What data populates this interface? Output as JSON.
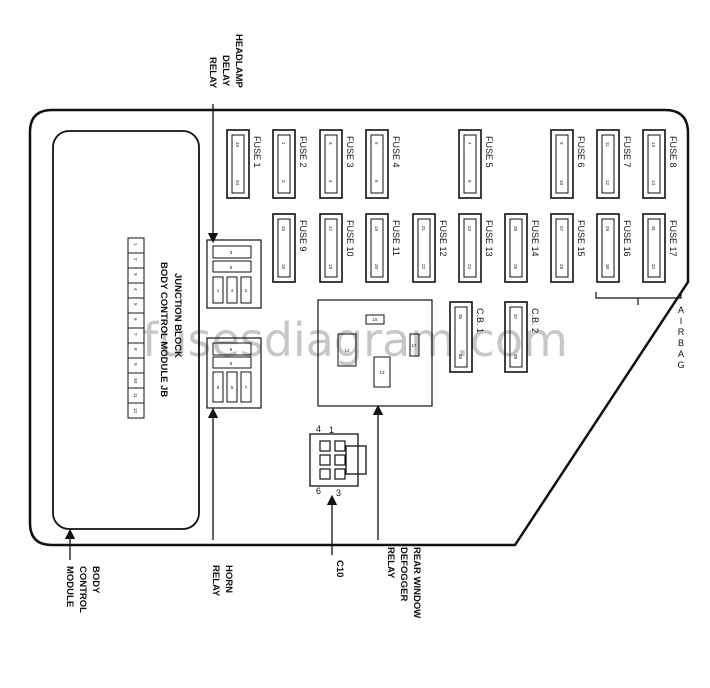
{
  "watermark": "fusesdiagram.com",
  "labels": {
    "headlamp": [
      "HEADLAMP",
      "DELAY",
      "RELAY"
    ],
    "junction_block": "JUNCTION BLOCK",
    "bcm_jb": "BODY CONTROL MODULE JB",
    "bcm": [
      "BODY",
      "CONTROL",
      "MODULE"
    ],
    "horn": [
      "HORN",
      "RELAY"
    ],
    "c10": "C10",
    "rear_defogger": [
      "REAR WINDOW",
      "DEFOGGER",
      "RELAY"
    ],
    "airbag": [
      "A",
      "I",
      "R",
      "B",
      "A",
      "G"
    ]
  },
  "fuses": [
    {
      "label": "FUSE 1",
      "pins": [
        "33",
        "34"
      ]
    },
    {
      "label": "FUSE 2",
      "pins": [
        "1",
        "2"
      ]
    },
    {
      "label": "FUSE 3",
      "pins": [
        "3",
        "4"
      ]
    },
    {
      "label": "FUSE 4",
      "pins": [
        "5",
        "6"
      ]
    },
    {
      "label": "FUSE 5",
      "pins": [
        "7",
        "8"
      ]
    },
    {
      "label": "FUSE 6",
      "pins": [
        "9",
        "10"
      ]
    },
    {
      "label": "FUSE 7",
      "pins": [
        "11",
        "12"
      ]
    },
    {
      "label": "FUSE 8",
      "pins": [
        "13",
        "14"
      ]
    },
    {
      "label": "FUSE 9",
      "pins": [
        "15",
        "16"
      ]
    },
    {
      "label": "FUSE 10",
      "pins": [
        "17",
        "18"
      ]
    },
    {
      "label": "FUSE 11",
      "pins": [
        "19",
        "20"
      ]
    },
    {
      "label": "FUSE 12",
      "pins": [
        "21",
        "22"
      ]
    },
    {
      "label": "FUSE 13",
      "pins": [
        "23",
        "24"
      ]
    },
    {
      "label": "FUSE 14",
      "pins": [
        "25",
        "26"
      ]
    },
    {
      "label": "FUSE 15",
      "pins": [
        "27",
        "28"
      ]
    },
    {
      "label": "FUSE 16",
      "pins": [
        "29",
        "30"
      ]
    },
    {
      "label": "FUSE 17",
      "pins": [
        "31",
        "32"
      ]
    }
  ],
  "breakers": [
    {
      "label": "C.B. 1",
      "pins": [
        "35",
        "36"
      ]
    },
    {
      "label": "C.B. 2",
      "pins": [
        "37",
        "38"
      ]
    }
  ],
  "bcm_connector_pins": [
    "1",
    "2",
    "3",
    "4",
    "5",
    "6",
    "7",
    "8",
    "9",
    "10",
    "11",
    "12"
  ],
  "headlamp_relay_pins": [
    "3",
    "5",
    "1",
    "4",
    "2"
  ],
  "horn_relay_pins": [
    "6",
    "8",
    "9",
    "5",
    "7"
  ],
  "defogger_relay_pins": [
    "15",
    "14",
    "17",
    "13"
  ],
  "c10_pins": [
    "1",
    "4",
    "3",
    "6"
  ]
}
